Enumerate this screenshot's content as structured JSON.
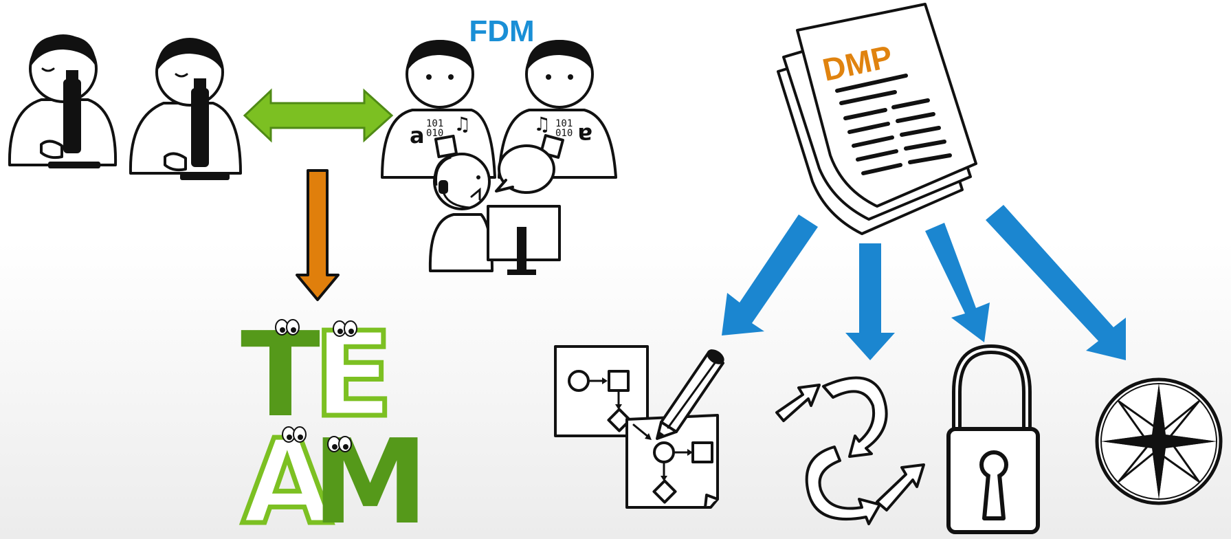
{
  "labels": {
    "fdm": "FDM",
    "dmp": "DMP",
    "team": [
      "T",
      "E",
      "A",
      "M"
    ]
  },
  "colors": {
    "fdm_label": "#1a8fd6",
    "dmp_label": "#e0830f",
    "green_arrow": "#7cc022",
    "orange_arrow": "#e07f0c",
    "blue_arrows": "#1b86d0",
    "team_dark_green": "#55991a",
    "team_light_green": "#7cc022"
  },
  "icons": [
    "researcher-with-microscope-icon",
    "data-managers-icon",
    "support-agent-icon",
    "monitor-icon",
    "document-stack-icon",
    "workflow-diagram-icon",
    "pencil-icon",
    "cycle-arrows-icon",
    "padlock-icon",
    "compass-rose-icon"
  ]
}
